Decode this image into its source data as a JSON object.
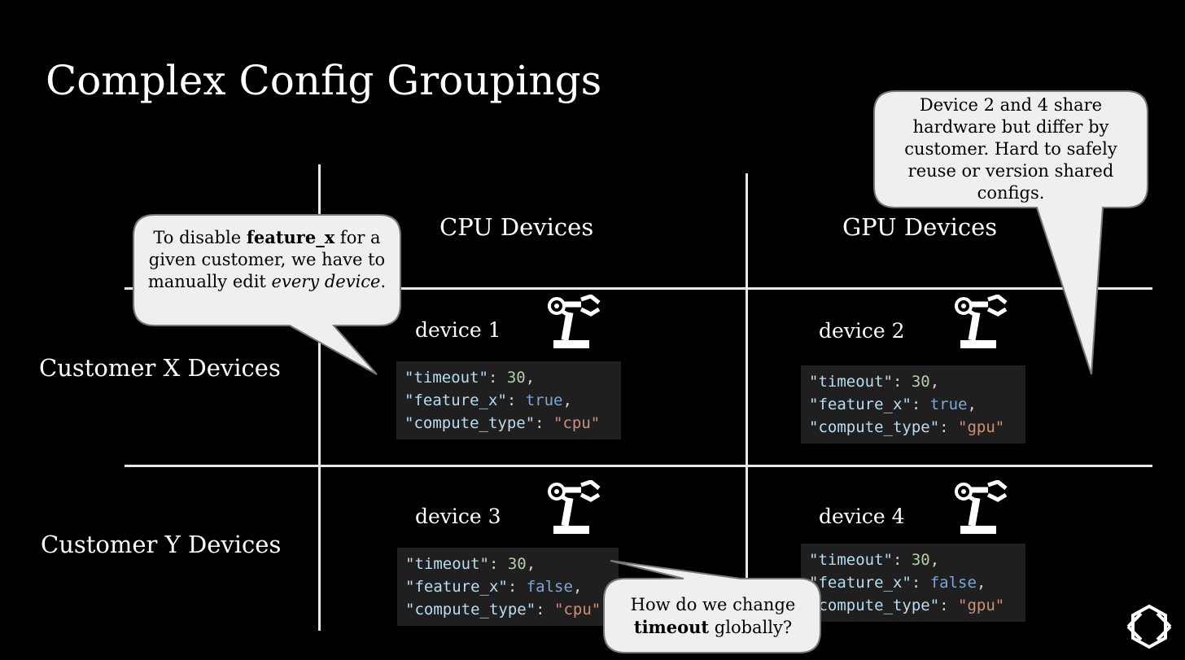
{
  "title": "Complex Config Groupings",
  "columns": [
    "CPU Devices",
    "GPU Devices"
  ],
  "rows": [
    "Customer X Devices",
    "Customer Y Devices"
  ],
  "devices": [
    {
      "name": "device 1",
      "timeout_key": "\"timeout\"",
      "timeout_val": "30",
      "feature_key": "\"feature_x\"",
      "feature_val": "true",
      "compute_key": "\"compute_type\"",
      "compute_val": "\"cpu\""
    },
    {
      "name": "device 2",
      "timeout_key": "\"timeout\"",
      "timeout_val": "30",
      "feature_key": "\"feature_x\"",
      "feature_val": "true",
      "compute_key": "\"compute_type\"",
      "compute_val": "\"gpu\""
    },
    {
      "name": "device 3",
      "timeout_key": "\"timeout\"",
      "timeout_val": "30",
      "feature_key": "\"feature_x\"",
      "feature_val": "false",
      "compute_key": "\"compute_type\"",
      "compute_val": "\"cpu\""
    },
    {
      "name": "device 4",
      "timeout_key": "\"timeout\"",
      "timeout_val": "30",
      "feature_key": "\"feature_x\"",
      "feature_val": "false",
      "compute_key": "\"compute_type\"",
      "compute_val": "\"gpu\""
    }
  ],
  "callouts": {
    "feature_x": {
      "pre": "To disable ",
      "bold": "feature_x",
      "mid": " for a given customer, we have to manually edit ",
      "italic": "every device",
      "post": "."
    },
    "hardware": {
      "text": "Device 2 and 4 share hardware but differ by customer. Hard to safely reuse or version shared configs."
    },
    "timeout": {
      "pre": "How do we change ",
      "bold": "timeout",
      "post": " globally?"
    }
  },
  "icons": {
    "device": "robot-arm-icon",
    "logo": "logo-icon"
  },
  "colors": {
    "background": "#000000",
    "bubble": "#efefef",
    "code_bg": "#1f1f1f"
  }
}
